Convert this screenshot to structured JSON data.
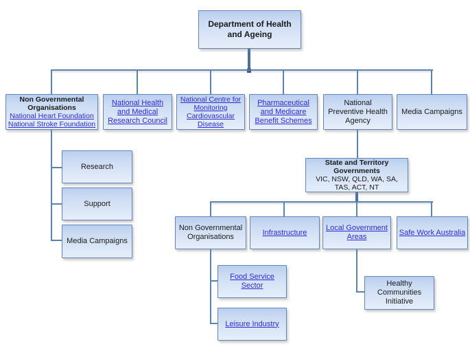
{
  "colors": {
    "box_border": "#6285b8",
    "box_fill_top": "#b9cfee",
    "box_fill_bottom": "#e6eefb",
    "connector": "#5c82b2",
    "connector_trunk": "#49709f",
    "link": "#2b2bd5",
    "text": "#1a1a1a",
    "background": "#ffffff"
  },
  "nodes": {
    "root": {
      "label": "Department of Health and Ageing"
    },
    "ngo_national": {
      "title": "Non Governmental Organisations",
      "links": {
        "heart": "National Heart Foundation",
        "stroke": "National Stroke Foundation"
      }
    },
    "nhmrc": {
      "label": "National Health and Medical Research Council"
    },
    "ncmcd": {
      "label": "National Centre for Monitoring Cardiovascular Disease"
    },
    "pmbs": {
      "label": "Pharmaceutical and Medicare Benefit Schemes"
    },
    "npha": {
      "label": "National Preventive Health Agency"
    },
    "media_campaigns": {
      "label": "Media Campaigns"
    },
    "research": {
      "label": "Research"
    },
    "support": {
      "label": "Support"
    },
    "media_campaigns_ngo": {
      "label": "Media Campaigns"
    },
    "state_territory": {
      "title": "State and Territory Governments",
      "subtitle": "VIC, NSW, QLD, WA, SA, TAS, ACT, NT"
    },
    "ngo_state": {
      "label": "Non Governmental Organisations"
    },
    "infrastructure": {
      "label": "Infrastructure"
    },
    "local_government": {
      "label": "Local Government Areas"
    },
    "safe_work": {
      "label": "Safe Work Australia"
    },
    "food_service": {
      "label": "Food Service Sector"
    },
    "leisure": {
      "label": "Leisure Industry"
    },
    "healthy_communities": {
      "label": "Healthy Communities Initiative"
    }
  }
}
